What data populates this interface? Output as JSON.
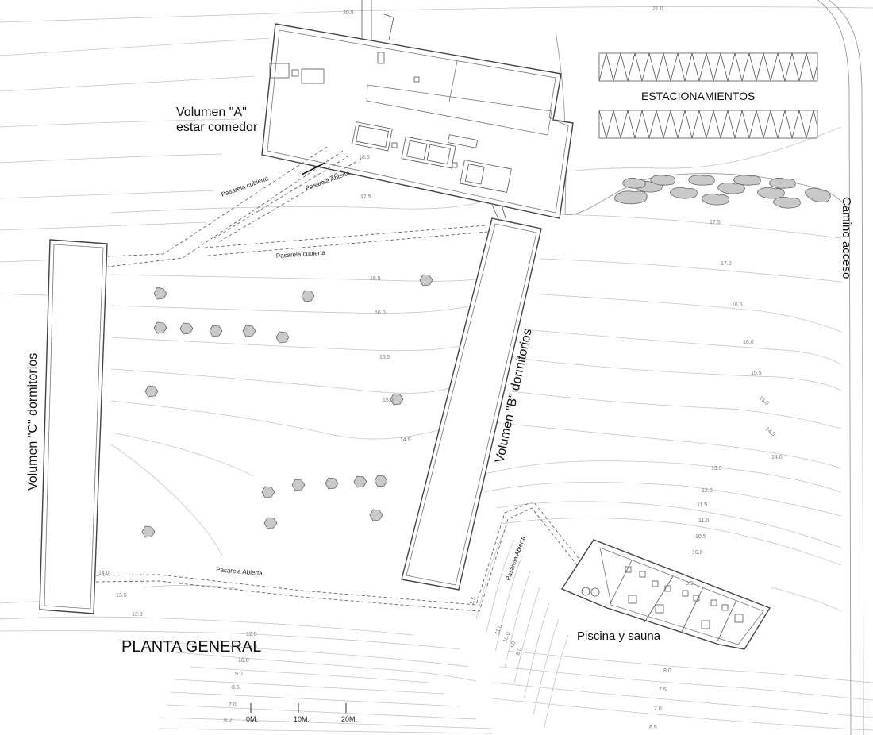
{
  "title": "PLANTA GENERAL",
  "volumes": {
    "a_line1": "Volumen \"A\"",
    "a_line2": "estar comedor",
    "b": "Volumen \"B\" dormitorios",
    "c": "Volumen \"C\" dormitorios"
  },
  "labels": {
    "parking": "ESTACIONAMIENTOS",
    "access_road": "Camino acceso",
    "pool": "Piscina y sauna",
    "walkway_covered_1": "Pasarela cubierta",
    "walkway_open_1": "Pasarela Abierta",
    "walkway_covered_2": "Pasarela cubierta",
    "walkway_open_2": "Pasarela Abierta",
    "walkway_open_3": "Pasarela Abierta"
  },
  "scale_bar": [
    "0M.",
    "10M.",
    "20M."
  ],
  "contour_levels": [
    "21.0",
    "20.5",
    "18.0",
    "17.5",
    "17.5",
    "17.0",
    "16.5",
    "16.5",
    "16.0",
    "16.0",
    "15.5",
    "15.5",
    "15.0",
    "15.0",
    "14.5",
    "14.5",
    "14.0",
    "14.0",
    "13.5",
    "13.0",
    "13.0",
    "12.5",
    "12.0",
    "12.0",
    "11.5",
    "11.0",
    "10.5",
    "10.0",
    "10.0",
    "9.5",
    "9.0",
    "8.5",
    "8.0",
    "8.0",
    "7.5",
    "7.0",
    "7.0",
    "6.5",
    "6.0",
    "11.0",
    "10.0",
    "9.0",
    "3.5"
  ]
}
